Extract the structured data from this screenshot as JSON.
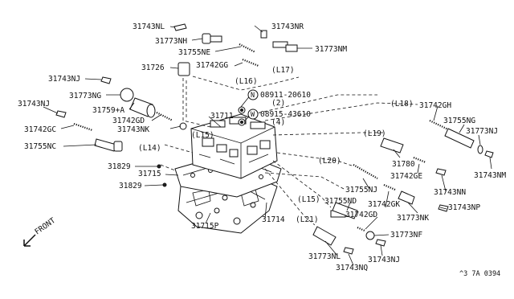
{
  "parts": {
    "p31743NL": "31743NL",
    "p31743NR": "31743NR",
    "p31773NH": "31773NH",
    "p31773NM": "31773NM",
    "p31755NE": "31755NE",
    "p31726": "31726",
    "p31742GG": "31742GG",
    "p31743NJ_a": "31743NJ",
    "p31773NG": "31773NG",
    "p31743NJ_b": "31743NJ",
    "p31759A": "31759+A",
    "p31742GD_a": "31742GD",
    "p31742GC": "31742GC",
    "p31743NK": "31743NK",
    "p31755NC": "31755NC",
    "p31711": "31711",
    "p31829_a": "31829",
    "p31715": "31715",
    "p31829_b": "31829",
    "p31715P": "31715P",
    "p31714": "31714",
    "p31742GH": "31742GH",
    "p31755NG": "31755NG",
    "p31773NJ": "31773NJ",
    "p31743NM": "31743NM",
    "p31780": "31780",
    "p31742GE": "31742GE",
    "p31755NJ": "31755NJ",
    "p31743NN": "31743NN",
    "p31755ND": "31755ND",
    "p31742GK": "31742GK",
    "p31742GD_b": "31742GD",
    "p31773NK": "31773NK",
    "p31743NP": "31743NP",
    "p31773NF": "31773NF",
    "p31773NL": "31773NL",
    "p31743NQ": "31743NQ",
    "p31743NJ_c": "31743NJ"
  },
  "bolts": {
    "n_code": "N",
    "n_part": "08911-20610",
    "n_qty": "(2)",
    "w_code": "W",
    "w_part": "08915-43610",
    "w_qty": "(4)"
  },
  "lines": {
    "L14": "(L14)",
    "L15a": "(L15)",
    "L15b": "(L15)",
    "L16": "(L16)",
    "L17": "(L17)",
    "L18": "(L18)",
    "L19": "(L19)",
    "L20": "(L20)",
    "L21": "(L21)"
  },
  "front_label": "FRONT",
  "diagram_code": "^3 7A 0394"
}
